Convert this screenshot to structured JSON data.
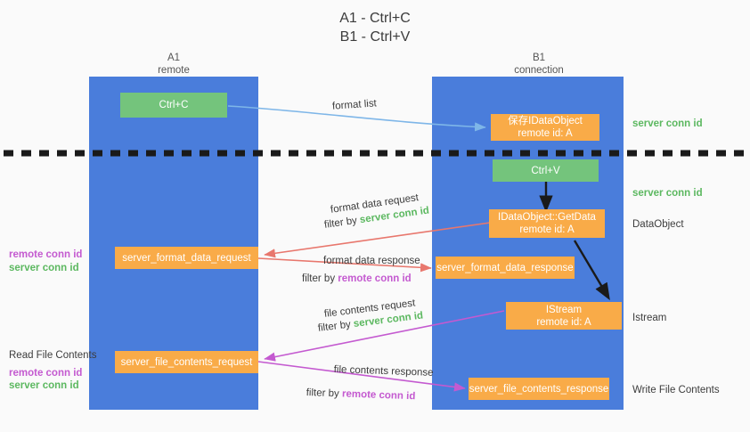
{
  "title": "A1 - Ctrl+C\nB1 - Ctrl+V",
  "colors": {
    "lane": "#4a7ddb",
    "green_box": "#74c47c",
    "orange_box": "#f9ab48",
    "server_conn_id": "#5cb860",
    "remote_conn_id": "#c45ad0",
    "format_arrow": "#7eb6e8",
    "data_arrow": "#e8776d",
    "file_arrow": "#c45ad0",
    "black_arrow": "#1a1a1a",
    "background": "#fafafa"
  },
  "lanes": [
    {
      "id": "a1",
      "title": "A1",
      "subtitle": "remote"
    },
    {
      "id": "b1",
      "title": "B1",
      "subtitle": "connection"
    }
  ],
  "boxes": [
    {
      "id": "ctrl-c",
      "line1": "Ctrl+C",
      "line2": "",
      "style": "green"
    },
    {
      "id": "idataobject-top",
      "line1": "保存IDataObject",
      "line2": "remote id: A",
      "style": "orange"
    },
    {
      "id": "ctrl-v",
      "line1": "Ctrl+V",
      "line2": "",
      "style": "green"
    },
    {
      "id": "getdata",
      "line1": "IDataObject::GetData",
      "line2": "remote id: A",
      "style": "orange"
    },
    {
      "id": "server-format-data-request",
      "line1": "server_format_data_request",
      "line2": "",
      "style": "orange"
    },
    {
      "id": "server-format-data-response",
      "line1": "server_format_data_response",
      "line2": "",
      "style": "orange"
    },
    {
      "id": "istream",
      "line1": "IStream",
      "line2": "remote id: A",
      "style": "orange"
    },
    {
      "id": "server-file-contents-request",
      "line1": "server_file_contents_request",
      "line2": "",
      "style": "orange"
    },
    {
      "id": "server-file-contents-response",
      "line1": "server_file_contents_response",
      "line2": "",
      "style": "orange"
    }
  ],
  "flow_labels": {
    "format_list": "format list",
    "format_data_request": "format data request",
    "format_data_request_filter_prefix": "filter by ",
    "format_data_request_filter_value": "server conn id",
    "format_data_response": "format data response",
    "format_data_response_filter_prefix": "filter by ",
    "format_data_response_filter_value": "remote conn id",
    "file_contents_request": "file contents request",
    "file_contents_request_filter_prefix": "filter by ",
    "file_contents_request_filter_value": "server conn id",
    "file_contents_response": "file contents response",
    "file_contents_response_filter_prefix": "filter by ",
    "file_contents_response_filter_value": "remote conn id"
  },
  "right_labels": [
    {
      "id": "server-conn-id-top",
      "text": "server conn id",
      "kind": "green"
    },
    {
      "id": "server-conn-id-mid",
      "text": "server conn id",
      "kind": "green"
    },
    {
      "id": "dataobject",
      "text": "DataObject",
      "kind": "dark"
    },
    {
      "id": "istream-label",
      "text": "Istream",
      "kind": "dark"
    },
    {
      "id": "write-file-contents",
      "text": "Write File Contents",
      "kind": "dark"
    }
  ],
  "left_labels": [
    {
      "id": "conn-ids-format",
      "remote": "remote conn id",
      "server": "server conn id"
    },
    {
      "id": "read-file-contents",
      "heading": "Read File Contents",
      "remote": "remote conn id",
      "server": "server conn id"
    }
  ]
}
